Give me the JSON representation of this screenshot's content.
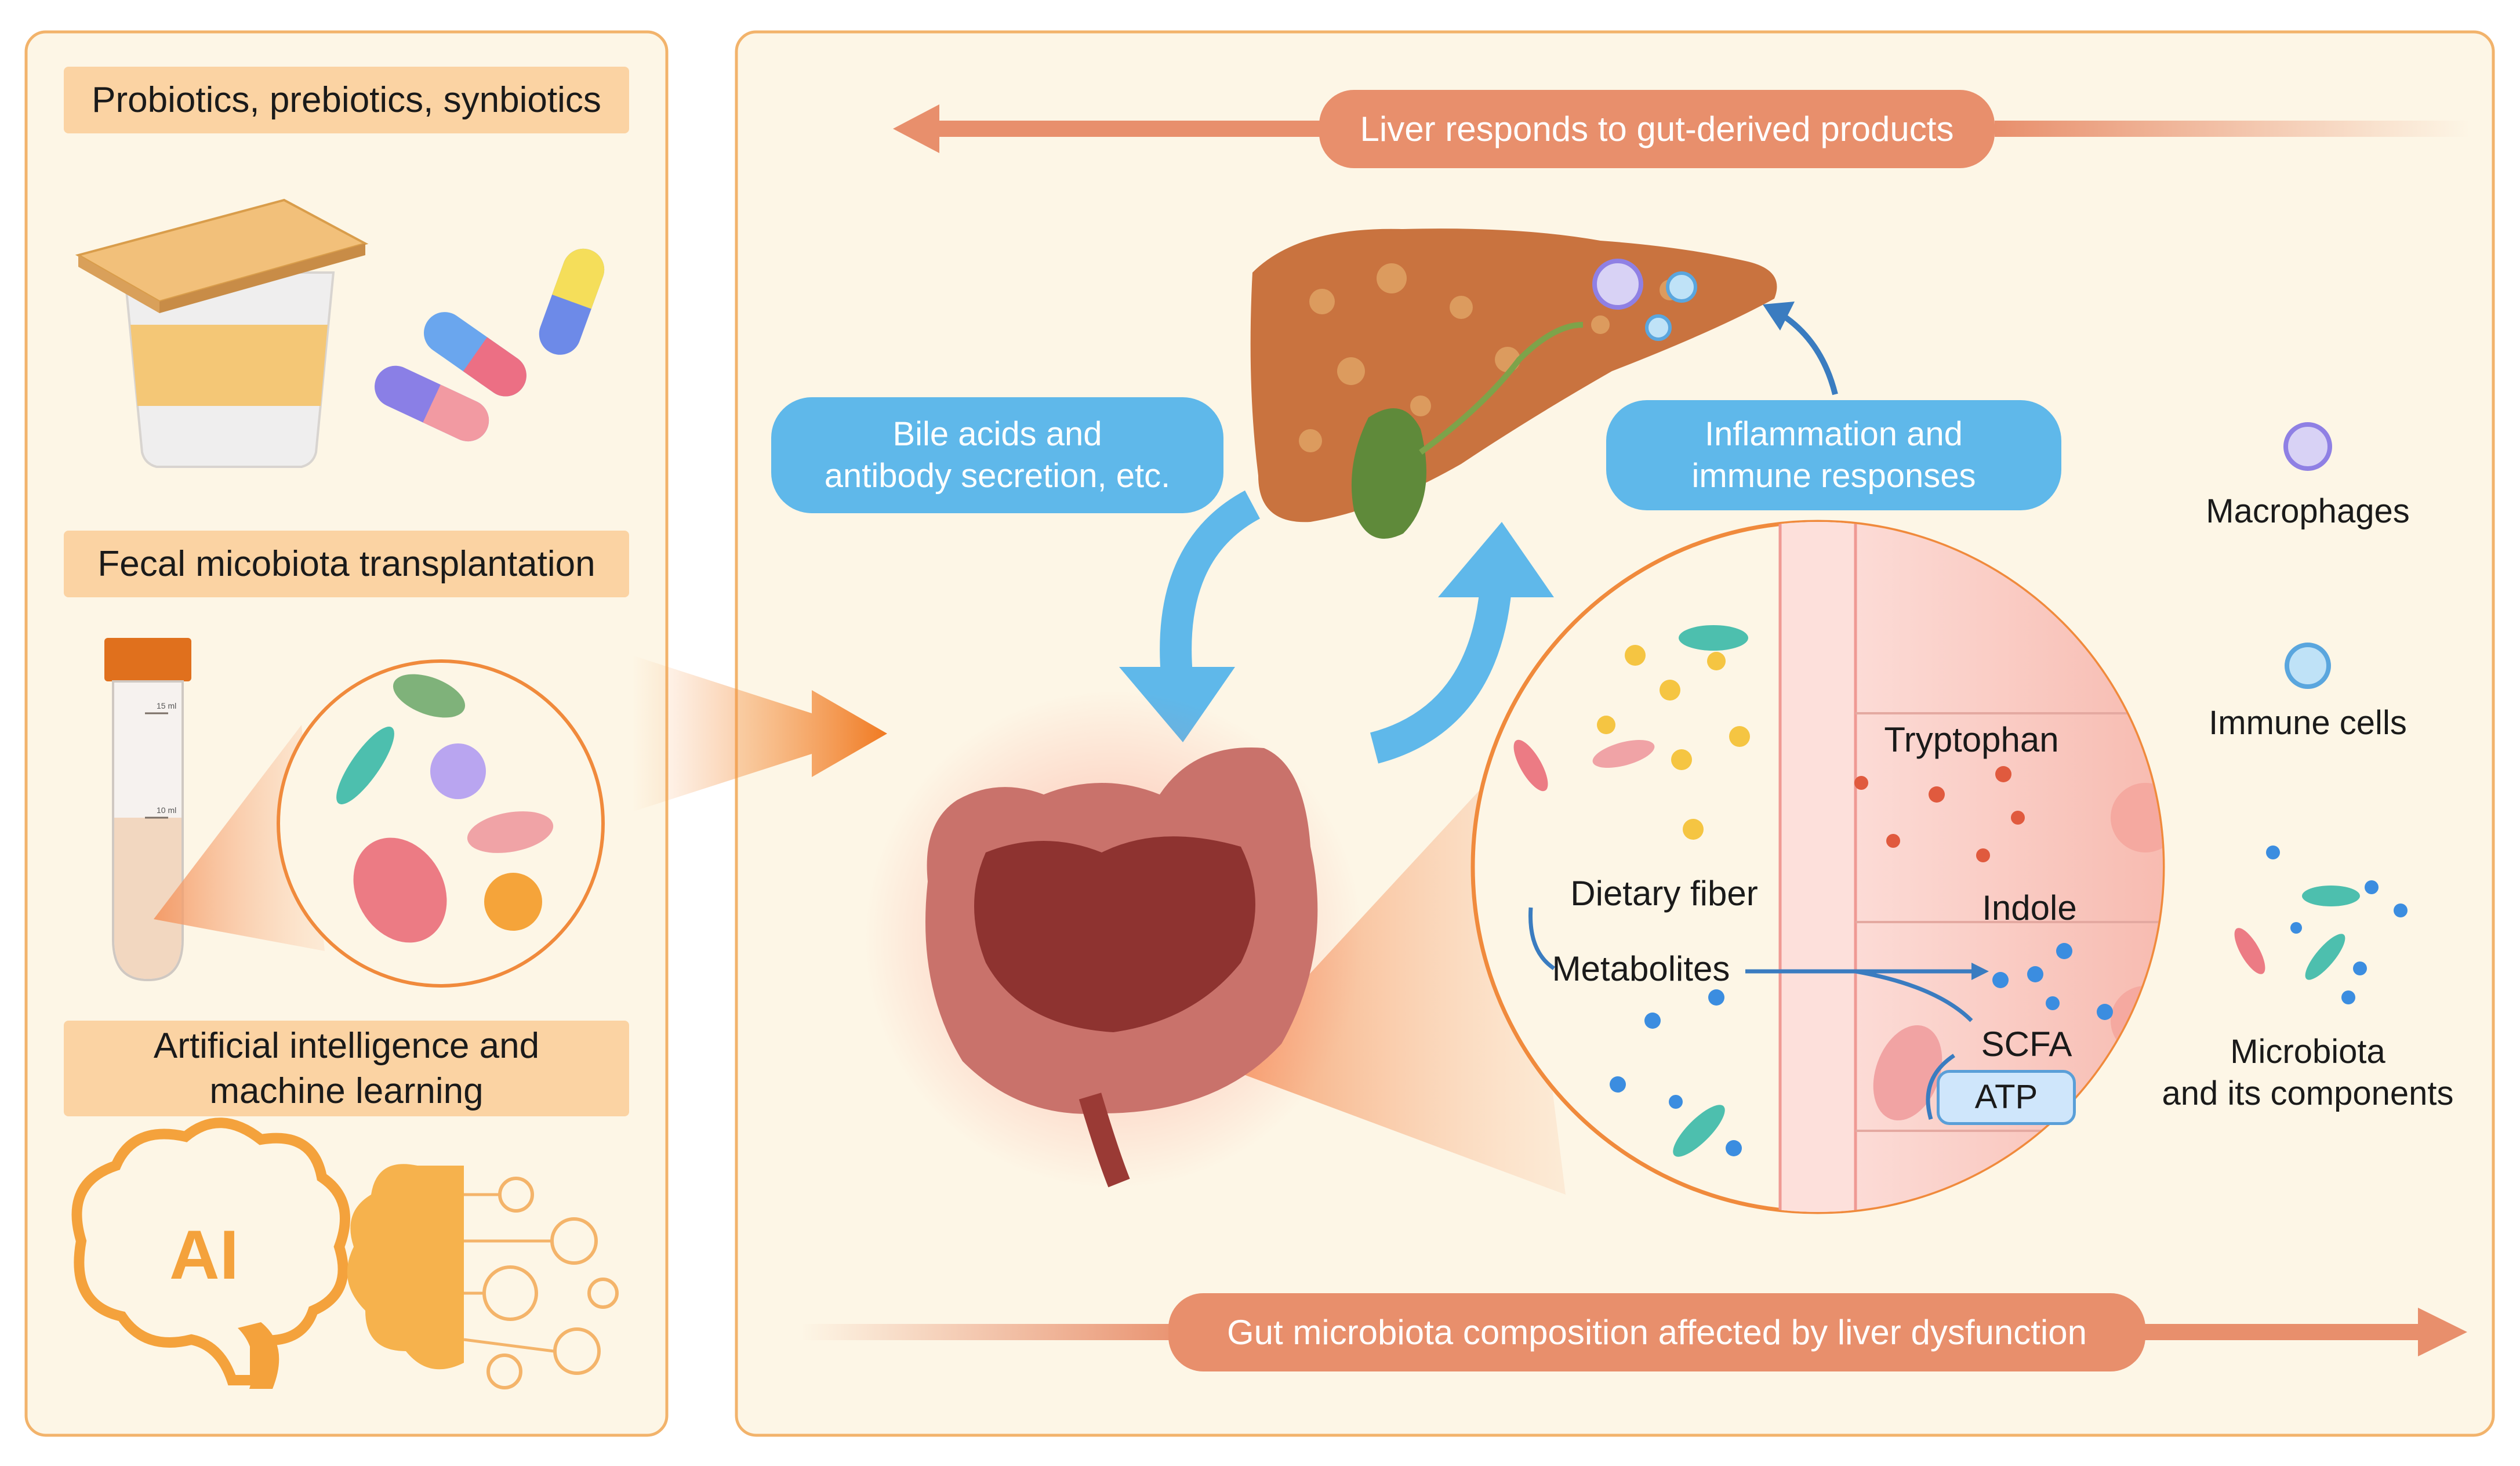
{
  "left_panel": {
    "label_prebiotics": "Probiotics, prebiotics, synbiotics",
    "label_fmt": "Fecal micobiota transplantation",
    "label_ai": "Artificial intelligence and\nmachine learning",
    "ai_glyph": "AI",
    "tube_marks": [
      "15 ml",
      "10 ml"
    ]
  },
  "main_panel": {
    "top_arrow_label": "Liver responds to gut-derived products",
    "bottom_arrow_label": "Gut microbiota composition affected by liver dysfunction",
    "bile_label": "Bile acids and\nantibody secretion, etc.",
    "inflammation_label": "Inflammation and\nimmune responses"
  },
  "zoom_circle": {
    "tryptophan": "Tryptophan",
    "dietary_fiber": "Dietary fiber",
    "indole": "Indole",
    "metabolites": "Metabolites",
    "scfa": "SCFA",
    "atp": "ATP"
  },
  "legend": {
    "macrophages": "Macrophages",
    "immune_cells": "Immune cells",
    "microbiota": "Microbiota\nand its components"
  },
  "colors": {
    "panel_bg": "#fdf6e6",
    "panel_border": "#f2b36b",
    "peach_label": "#fbd3a3",
    "salmon_arrow": "#e88f6c",
    "blue_label": "#5fb8ea",
    "liver": "#c9733f",
    "intestine": "#9a3a35"
  }
}
